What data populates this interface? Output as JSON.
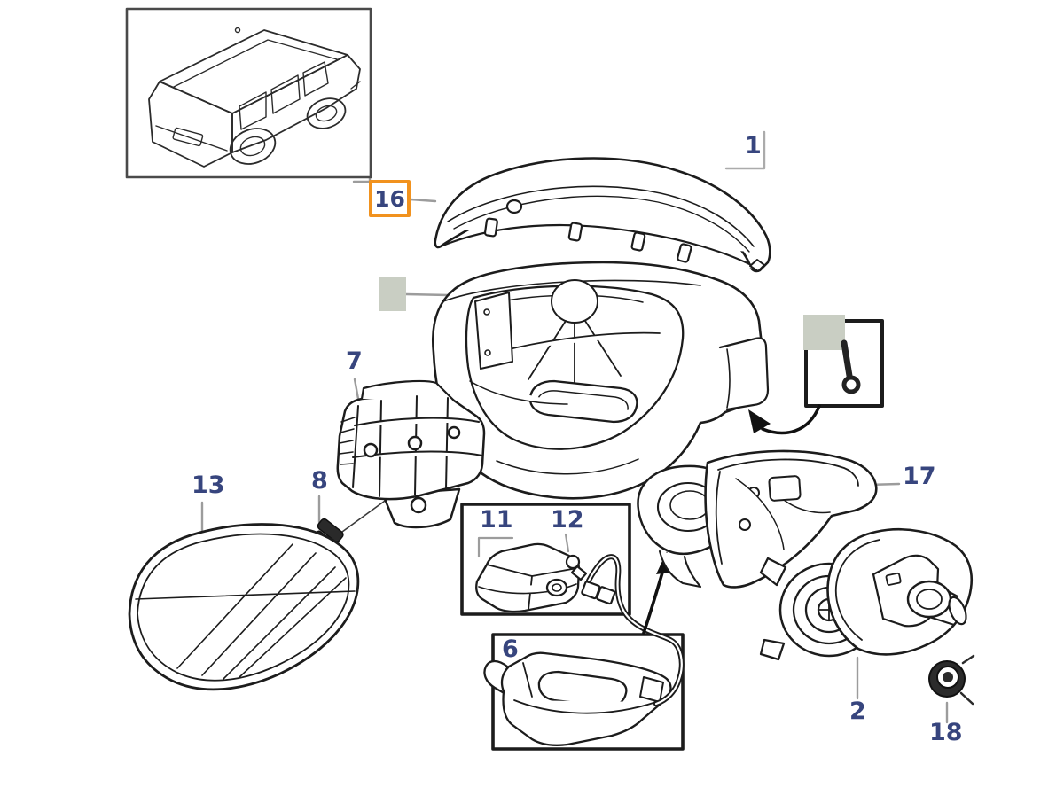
{
  "diagram": {
    "type": "exploded-parts-diagram",
    "subject": "door-mirror-assembly",
    "selected_part": "16",
    "labels": {
      "l1": "1",
      "l2": "2",
      "l6": "6",
      "l7": "7",
      "l8": "8",
      "l11": "11",
      "l12": "12",
      "l13": "13",
      "l16": "16",
      "l17": "17",
      "l18": "18"
    },
    "colors": {
      "highlight_border": "#F1921E",
      "label_text": "#37457E",
      "leader_line": "#9C9C9C",
      "callout_swatch": "#C9CEC3",
      "drawing_line": "#1C1C1C",
      "thumbnail_border": "#4A4A4A"
    },
    "icons": {
      "car_thumbnail": "station-wagon-line-drawing",
      "screw_callout": "screw-icon",
      "insert_arrows": "curved-arrow"
    }
  }
}
